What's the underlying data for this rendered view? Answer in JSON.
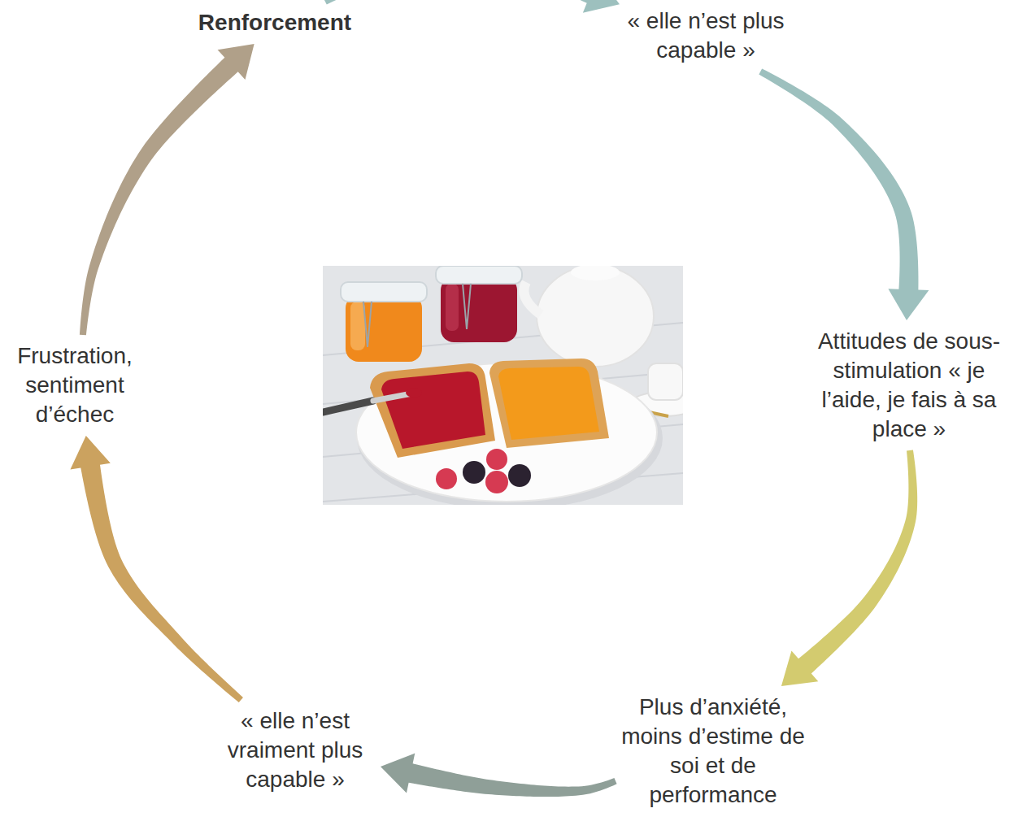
{
  "diagram": {
    "nodes": [
      {
        "text": [
          "Renforcement"
        ]
      },
      {
        "text": [
          "« elle n’est plus capable »"
        ]
      },
      {
        "text": [
          "Attitudes de sous-stimulation « je l’aide, je fais à sa place »"
        ]
      },
      {
        "text": [
          "Plus d’anxiété, moins d’estime de soi et de performance"
        ]
      },
      {
        "text": [
          "« elle n’est vraiment plus capable »"
        ]
      },
      {
        "text": [
          "Frustration, sentiment d’échec"
        ]
      }
    ],
    "edges": [
      {
        "from": 0,
        "to": 1,
        "arrow": "to"
      },
      {
        "from": 1,
        "to": 2,
        "arrow": "to"
      },
      {
        "from": 2,
        "to": 3,
        "arrow": "to"
      },
      {
        "from": 3,
        "to": 4,
        "arrow": "to"
      },
      {
        "from": 4,
        "to": 5,
        "arrow": "to"
      },
      {
        "from": 5,
        "to": 0,
        "arrow": "to"
      }
    ]
  }
}
